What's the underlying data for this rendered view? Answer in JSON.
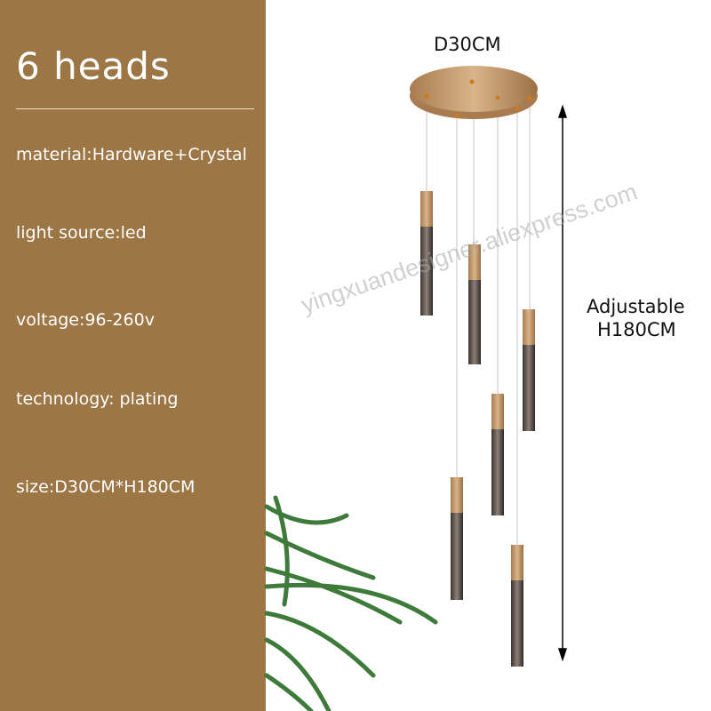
{
  "heading": "6 heads",
  "specs": [
    "material:Hardware+Crystal",
    "light source:led",
    "voltage:96-260v",
    "technology:  plating",
    "size:D30CM*H180CM"
  ],
  "diameter_label": "D30CM",
  "height_label_line1": "Adjustable",
  "height_label_line2": "H180CM",
  "watermark": "yingxuandesigner.aliexpress.com",
  "colors": {
    "panel": "#9c7645",
    "brass": "#c39a6b"
  }
}
